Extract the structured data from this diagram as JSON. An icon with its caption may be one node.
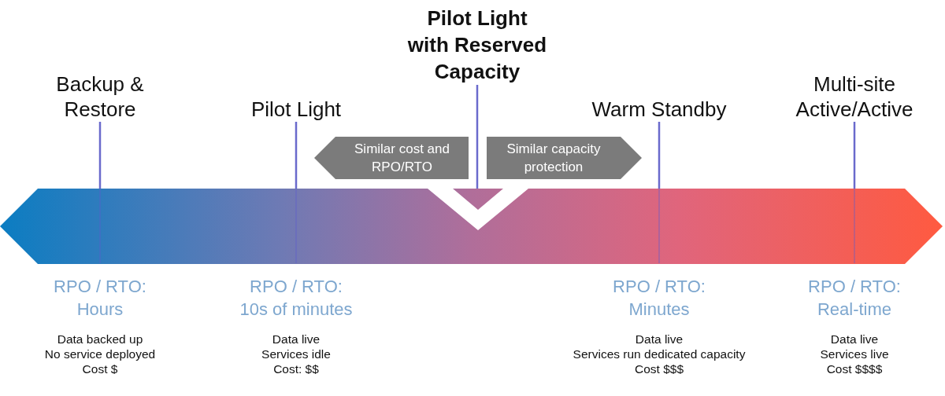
{
  "diagram": {
    "nodes": [
      {
        "text": [
          "Backup & Restore"
        ]
      },
      {
        "text": [
          "Pilot Light"
        ]
      },
      {
        "text": [
          "Pilot Light with Reserved Capacity"
        ]
      },
      {
        "text": [
          "Warm Standby"
        ]
      },
      {
        "text": [
          "Multi-site Active/Active"
        ]
      },
      {
        "text": [
          "Similar cost and RPO/RTO"
        ]
      },
      {
        "text": [
          "Similar capacity protection"
        ]
      },
      {
        "text": [],
        "shape": "arrow"
      }
    ],
    "edges": [
      {
        "from": 0,
        "to": 7,
        "arrow": "none"
      },
      {
        "from": 1,
        "to": 7,
        "arrow": "none"
      },
      {
        "from": 2,
        "to": 7,
        "arrow": "none"
      },
      {
        "from": 3,
        "to": 7,
        "arrow": "none"
      },
      {
        "from": 4,
        "to": 7,
        "arrow": "none"
      }
    ],
    "labels": [
      "RPO / RTO:",
      "Hours",
      "Data backed up",
      "No service deployed",
      "Cost $",
      "RPO / RTO:",
      "10s of minutes",
      "Data live",
      "Services idle",
      "Cost: $$",
      "RPO / RTO:",
      "Minutes",
      "Data live",
      "Services run dedicated capacity",
      "Cost $$$",
      "RPO / RTO:",
      "Real-time",
      "Data live",
      "Services live",
      "Cost $$$$"
    ]
  }
}
